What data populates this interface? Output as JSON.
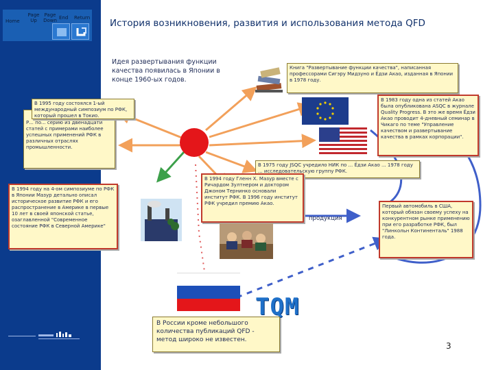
{
  "nav": {
    "home": "Home",
    "page_up": "Page Up",
    "page_down": "Page Down",
    "end": "End",
    "return": "Return"
  },
  "title": "История возникновения, развития и использования метода QFD",
  "intro_text": "Идея развертывания функции качества появилась в Японии в конце 1960-ых годов.",
  "boxes": {
    "b1995": "В 1995 году состоялся 1-ый международный симпозиум по РФК, который прошел в Токио.",
    "left_series": "Р... по... серию из двенадцати статей с примерами наиболее успешных применений РФК в различных отраслях промышленности.",
    "b1994": "В 1994 году на 4-ом симпозиуме по РФК в Японии Мазур детально описал историческое развитие РФК и его распространение в Америке в первые 10 лет в своей японской статье, озаглавленной \"Современное состояние РФК в Северной Америке\"",
    "book": "Книга \"Развертывание функции качества\", написанная профессорами Сигэру Мидзуно и Ёдзи Акао, изданная в Японии в 1978 году.",
    "b1983": "В 1983 году одна из статей Акао была опубликована ASQC в журнале Quality Progress. В это же время Ёдзи Акао проводит 4-дневный семинар в Чикаго по теме \"Управление качеством и развертывание качества в рамках корпорации\".",
    "b1975": "В 1975 году JSQC учредило НИК по ... Ёдзи Акао ... 1978 году ... исследовательскую группу РФК.",
    "b1994_mazur": "В 1994 году Гленн Х. Мазур вместе с Ричардом Зултнером и доктором Джоном Тернинко основали институт РФК. В 1996 году институт РФК учредил премию Акао.",
    "production": "продукция",
    "car": "Первый автомобиль в США, который обязан своему успеху на конкурентном рынке применению при его разработке РФК, был \"Линкольн Континенталь\" 1988 года.",
    "russia": "В России кроме небольшого количества публикаций QFD - метод широко не известен."
  },
  "tqm": "TQM",
  "page_number": "3",
  "colors": {
    "sidebar": "#0b3b8c",
    "title": "#11316b",
    "note_bg": "#fff8c8",
    "red_dot": "#e4161a",
    "arrow_orange": "#f2a05a",
    "arrow_green": "#3ca04a",
    "arrow_blue": "#3f5fc9",
    "tqm": "#1f70c9"
  }
}
